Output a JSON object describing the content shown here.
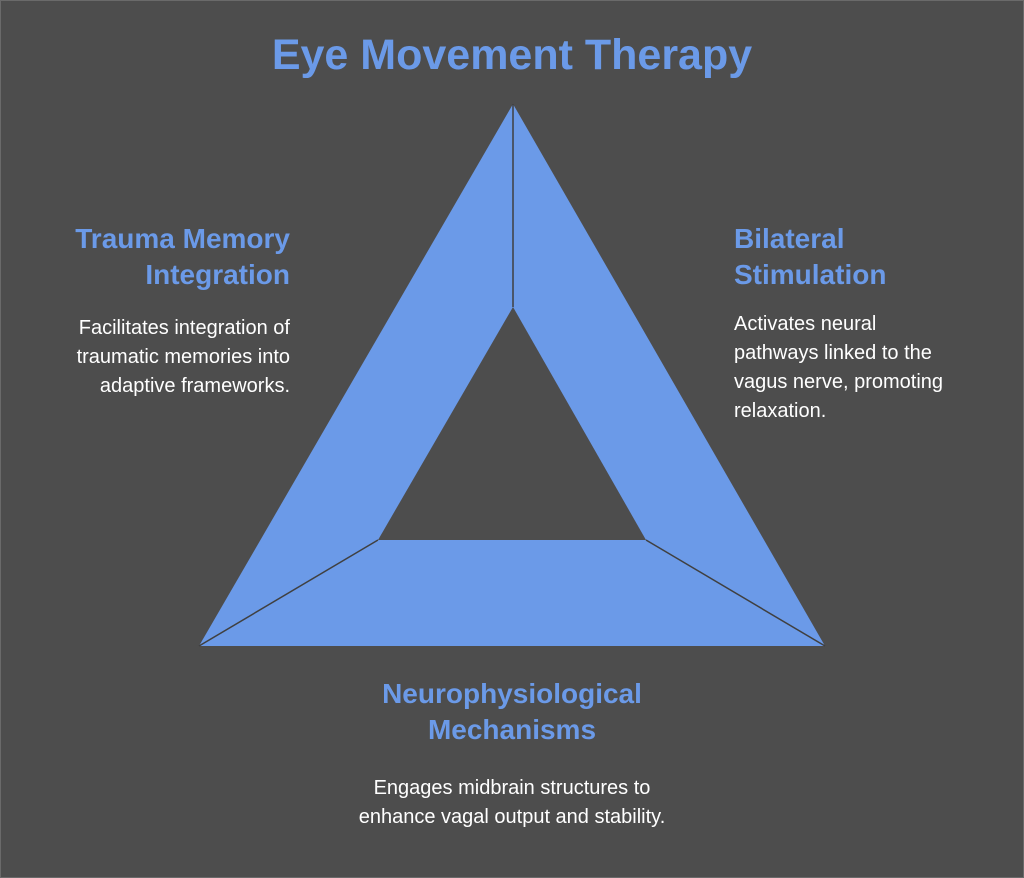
{
  "title": "Eye Movement Therapy",
  "colors": {
    "background": "#4d4d4d",
    "accent": "#6b9ae8",
    "text": "#ffffff",
    "edge": "#404040"
  },
  "sections": {
    "left": {
      "heading_line1": "Trauma Memory",
      "heading_line2": "Integration",
      "desc_line1": "Facilitates integration of",
      "desc_line2": "traumatic memories into",
      "desc_line3": "adaptive frameworks."
    },
    "right": {
      "heading_line1": "Bilateral",
      "heading_line2": "Stimulation",
      "desc_line1": "Activates neural",
      "desc_line2": "pathways linked to the",
      "desc_line3": "vagus nerve, promoting",
      "desc_line4": "relaxation."
    },
    "bottom": {
      "heading_line1": "Neurophysiological",
      "heading_line2": "Mechanisms",
      "desc_line1": "Engages midbrain structures to",
      "desc_line2": "enhance vagal output and stability."
    }
  }
}
